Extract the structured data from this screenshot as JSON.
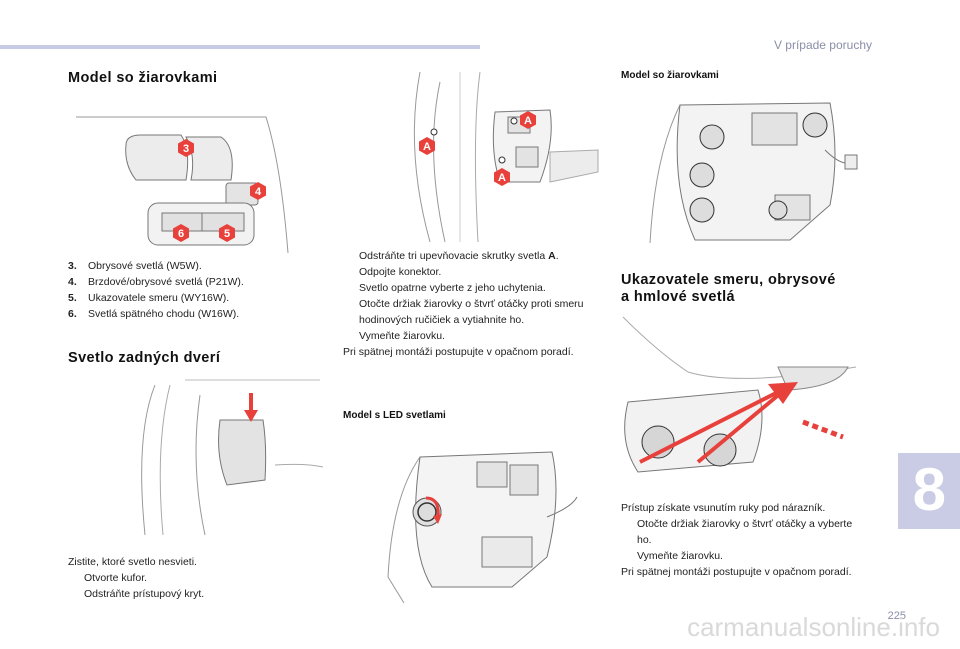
{
  "header": {
    "section_title": "V prípade poruchy",
    "chapter_number": "8",
    "page_number": "225"
  },
  "left": {
    "heading": "Model so žiarovkami",
    "figure_labels": [
      "3",
      "4",
      "5",
      "6"
    ],
    "items": [
      {
        "num": "3.",
        "text": "Obrysové svetlá (W5W)."
      },
      {
        "num": "4.",
        "text": "Brzdové/obrysové svetlá (P21W)."
      },
      {
        "num": "5.",
        "text": "Ukazovatele smeru (WY16W)."
      },
      {
        "num": "6.",
        "text": "Svetlá spätného chodu (W16W)."
      }
    ],
    "section2_heading": "Svetlo zadných dverí",
    "section2_intro": "Zistite, ktoré svetlo nesvieti.",
    "section2_steps": [
      "Otvorte kufor.",
      "Odstráňte prístupový kryt."
    ]
  },
  "middle": {
    "figure_labels": [
      "A",
      "A",
      "A"
    ],
    "steps": [
      "Odstráňte tri upevňovacie skrutky svetla",
      "Odpojte konektor.",
      "Svetlo opatrne vyberte z jeho uchytenia.",
      "Otočte držiak žiarovky o štvrť otáčky proti smeru hodinových ručičiek a vytiahnite ho.",
      "Vymeňte žiarovku."
    ],
    "step1_bold": "A",
    "closing": "Pri spätnej montáži postupujte v opačnom poradí.",
    "led_heading": "Model s LED svetlami"
  },
  "right": {
    "top_heading": "Model so žiarovkami",
    "section_heading_line1": "Ukazovatele smeru, obrysové",
    "section_heading_line2": "a hmlové svetlá",
    "intro": "Prístup získate vsunutím ruky pod nárazník.",
    "steps": [
      "Otočte držiak žiarovky o štvrť otáčky a vyberte ho.",
      "Vymeňte žiarovku."
    ],
    "closing": "Pri spätnej montáži postupujte v opačnom poradí."
  },
  "bullet_symbol": "",
  "watermark": "carmanualsonline.info",
  "accent_color": "#e8413c"
}
